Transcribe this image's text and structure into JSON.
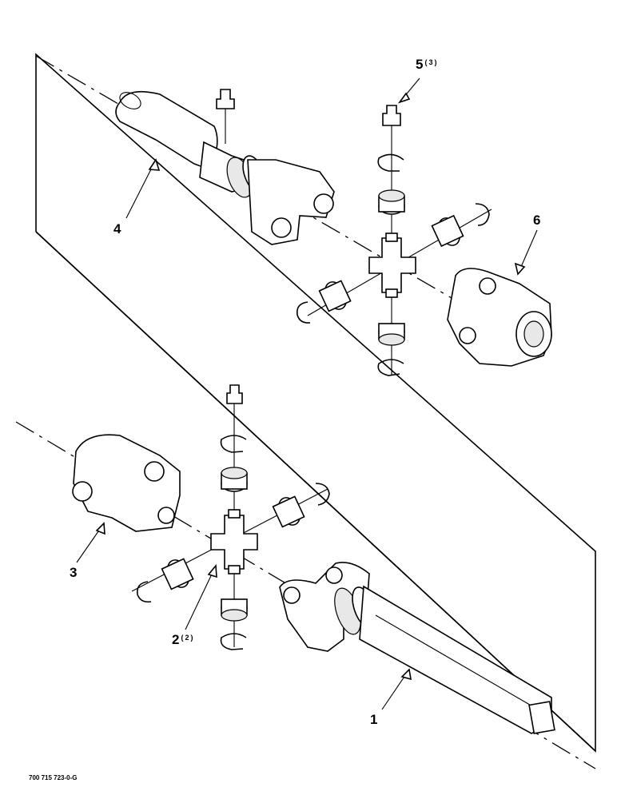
{
  "callouts": [
    {
      "id": "1",
      "label": "1",
      "qty": ""
    },
    {
      "id": "2",
      "label": "2",
      "qty": "(2)"
    },
    {
      "id": "3",
      "label": "3",
      "qty": ""
    },
    {
      "id": "4",
      "label": "4",
      "qty": ""
    },
    {
      "id": "5",
      "label": "5",
      "qty": "(3)"
    },
    {
      "id": "6",
      "label": "6",
      "qty": ""
    }
  ],
  "document_number": "700 715 723-0-G"
}
